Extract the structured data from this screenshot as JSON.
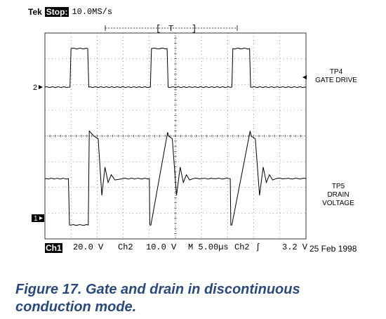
{
  "status": {
    "brand": "Tek",
    "state": "Stop:",
    "sample_rate": "10.0MS/s",
    "trigger_marker": "T"
  },
  "markers": {
    "ch2_ref": "2",
    "ch1_ref": "1"
  },
  "labels": {
    "gate": [
      "TP4",
      "GATE DRIVE"
    ],
    "drain": [
      "TP5",
      "DRAIN",
      "VOLTAGE"
    ]
  },
  "readout": {
    "ch1_name": "Ch1",
    "ch1_scale": "20.0 V",
    "ch2_name": "Ch2",
    "ch2_scale": "10.0 V",
    "timebase": "M 5.00µs",
    "trigger_src": "Ch2",
    "trigger_slope": "ʃ",
    "trigger_level": "3.2 V",
    "date": "25 Feb 1998"
  },
  "caption": "Figure 17. Gate and drain in discontinuous conduction mode.",
  "chart_data": {
    "type": "line",
    "x_unit": "µs",
    "x_range": [
      -25,
      25
    ],
    "time_per_div_us": 5,
    "divisions": {
      "x": 10,
      "y": 8
    },
    "grid": true,
    "series": [
      {
        "name": "TP4 GATE DRIVE",
        "y_unit": "V",
        "volts_per_div": 10,
        "x": [
          -25,
          -20.2,
          -20.0,
          -16.8,
          -16.6,
          -4.8,
          -4.6,
          -1.6,
          -1.4,
          10.8,
          11.0,
          14.2,
          14.4,
          25
        ],
        "y": [
          0,
          0,
          15,
          15,
          0,
          0,
          15,
          15,
          0,
          0,
          15,
          15,
          0,
          0
        ]
      },
      {
        "name": "TP5 DRAIN VOLTAGE",
        "y_unit": "V",
        "volts_per_div": 20,
        "x": [
          -25,
          -20.5,
          -20.3,
          -16.7,
          -16.5,
          -15.6,
          -14.8,
          -14.1,
          -13.5,
          -12.9,
          -12.3,
          -11.6,
          -10.0,
          -7.5,
          -5.0,
          -4.9,
          -4.7,
          -1.5,
          -1.3,
          -0.6,
          0.2,
          0.9,
          1.5,
          2.1,
          2.7,
          3.4,
          5.0,
          7.5,
          10.5,
          10.6,
          10.8,
          14.3,
          14.5,
          15.3,
          16.1,
          16.8,
          17.4,
          18.0,
          18.6,
          19.3,
          20.9,
          23.5,
          25
        ],
        "y": [
          31,
          31,
          -5,
          -5,
          68,
          64,
          62,
          18,
          40,
          28,
          34,
          30,
          31,
          31,
          31,
          -5,
          -5,
          67,
          64,
          62,
          18,
          40,
          28,
          34,
          30,
          31,
          31,
          31,
          31,
          -5,
          -5,
          68,
          64,
          62,
          18,
          40,
          28,
          34,
          30,
          31,
          31,
          31,
          31
        ]
      }
    ]
  }
}
